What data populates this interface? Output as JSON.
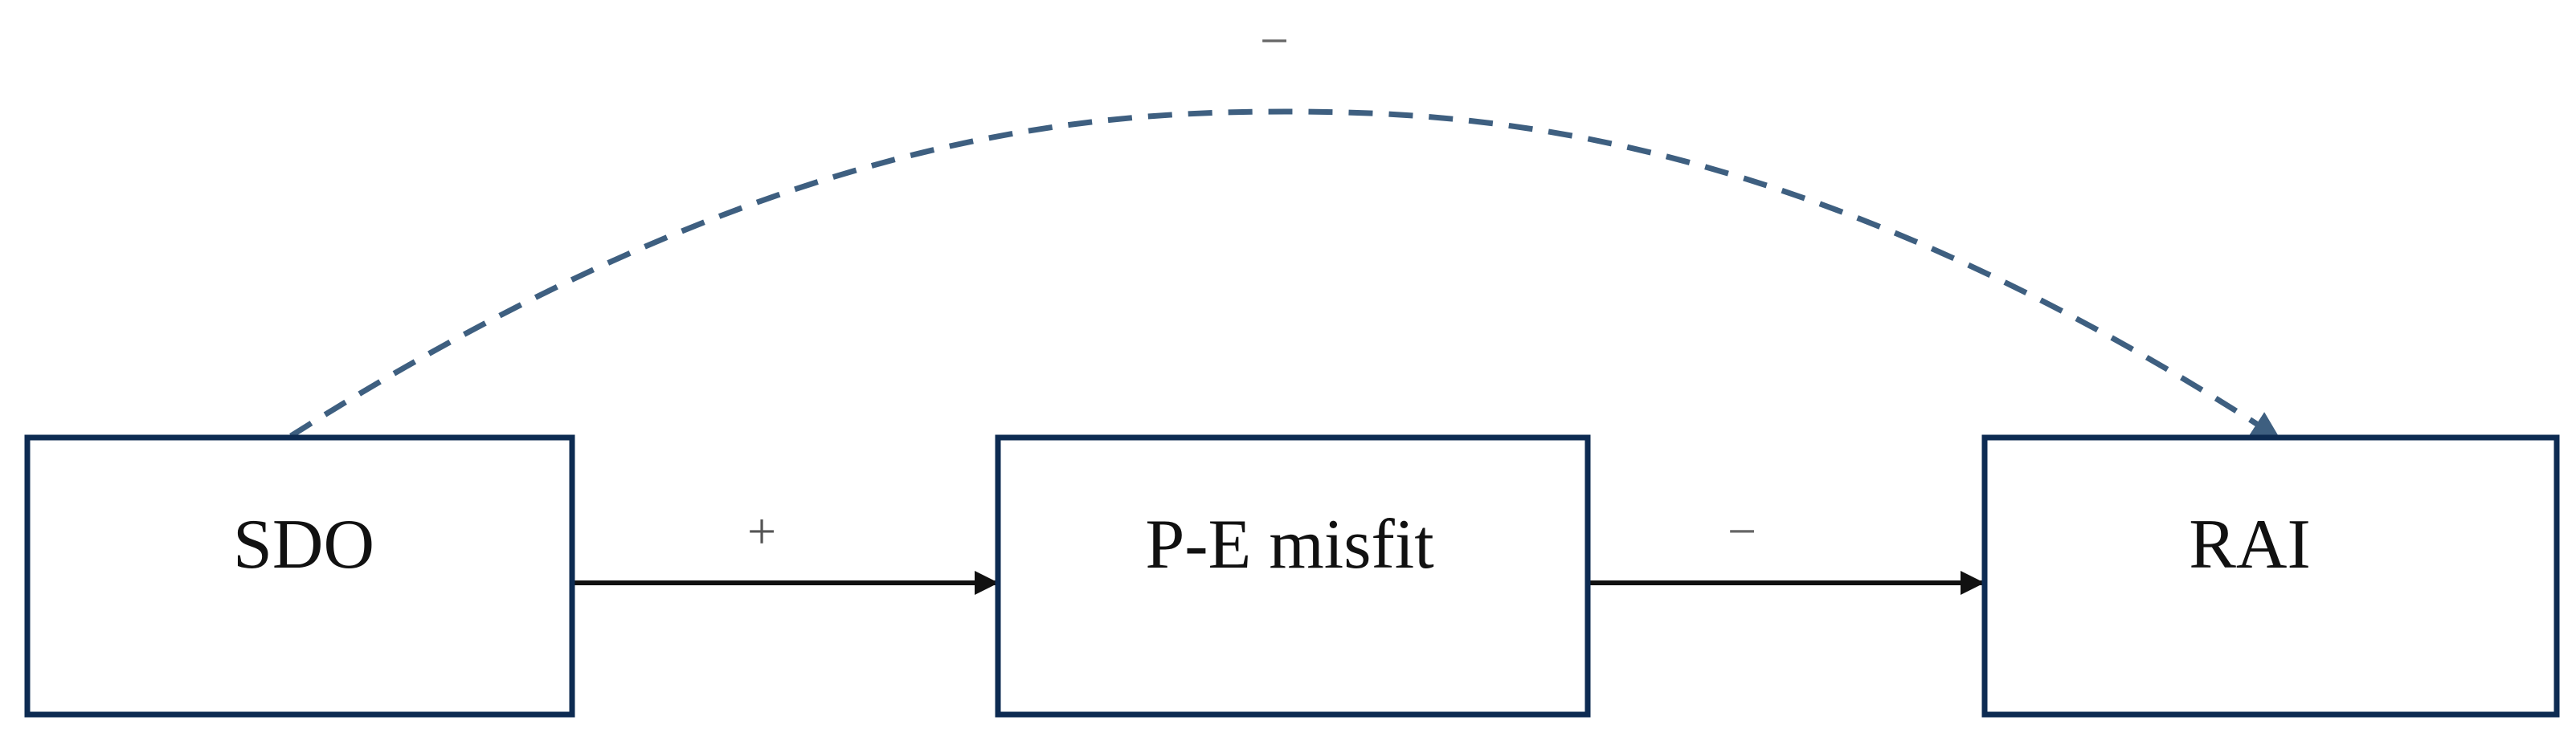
{
  "nodes": [
    {
      "id": "sdo",
      "label": "SDO"
    },
    {
      "id": "pe_misfit",
      "label": "P-E misfit"
    },
    {
      "id": "rai",
      "label": "RAI"
    }
  ],
  "edges": [
    {
      "from": "sdo",
      "to": "pe_misfit",
      "sign": "+",
      "style": "solid"
    },
    {
      "from": "pe_misfit",
      "to": "rai",
      "sign": "−",
      "style": "solid"
    },
    {
      "from": "sdo",
      "to": "rai",
      "sign": "−",
      "style": "dashed"
    }
  ],
  "colors": {
    "box_border": "#0d2b52",
    "solid_arrow": "#111111",
    "dashed_arrow": "#3e5f80",
    "sign_text": "#666666"
  }
}
